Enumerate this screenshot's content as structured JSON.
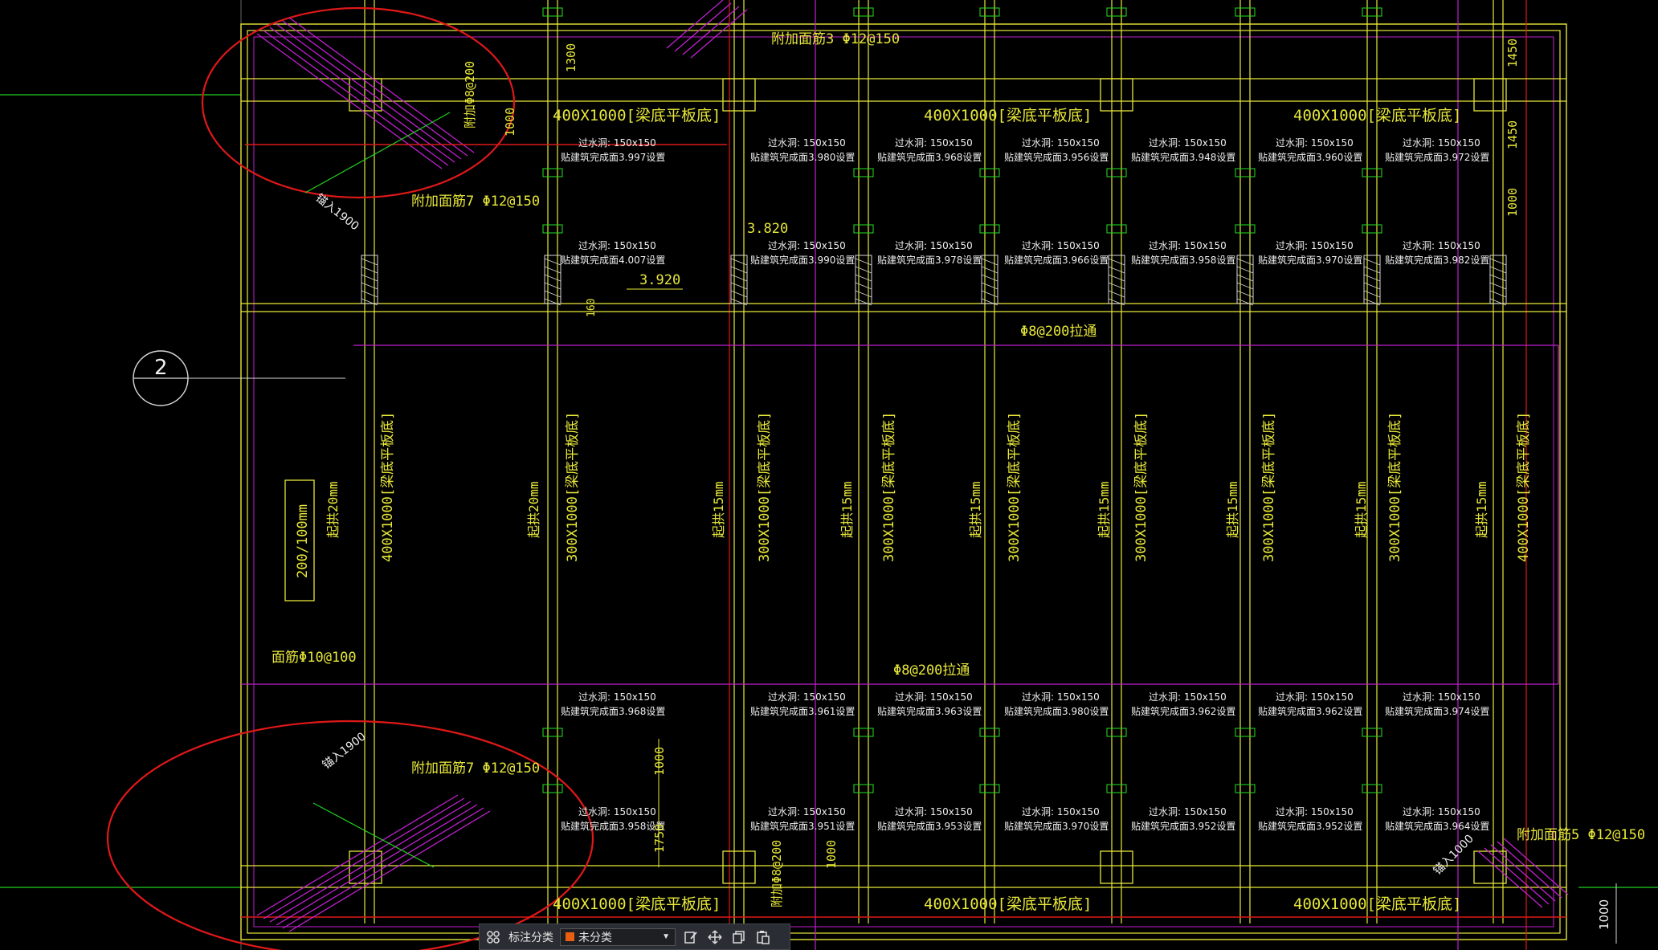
{
  "colors": {
    "beam": "#e8e83a",
    "wall": "#e8e83a",
    "magenta": "#c020d0",
    "red": "#e01818",
    "green": "#22d022",
    "cyan": "#20c8c8",
    "text": "#f0f0f0"
  },
  "labels": {
    "beam_top": [
      "400X1000[梁底平板底]",
      "400X1000[梁底平板底]",
      "400X1000[梁底平板底]"
    ],
    "beam_bottom": [
      "400X1000[梁底平板底]",
      "400X1000[梁底平板底]",
      "400X1000[梁底平板底]"
    ],
    "vbeams": [
      "400X1000[梁底平板底]",
      "300X1000[梁底平板底]",
      "300X1000[梁底平板底]",
      "300X1000[梁底平板底]",
      "300X1000[梁底平板底]",
      "300X1000[梁底平板底]",
      "300X1000[梁底平板底]",
      "300X1000[梁底平板底]",
      "400X1000[梁底平板底]"
    ],
    "slopes": [
      "起拱20mm",
      "起拱20mm",
      "起拱15mm",
      "起拱15mm",
      "起拱15mm",
      "起拱15mm",
      "起拱15mm",
      "起拱15mm",
      "起拱15mm"
    ],
    "drain_title": "过水洞: 150x150",
    "drain_row1": [
      "贴建筑完成面3.997设置",
      "贴建筑完成面3.980设置",
      "贴建筑完成面3.968设置",
      "贴建筑完成面3.956设置",
      "贴建筑完成面3.948设置",
      "贴建筑完成面3.960设置",
      "贴建筑完成面3.972设置"
    ],
    "drain_row2": [
      "贴建筑完成面4.007设置",
      "贴建筑完成面3.990设置",
      "贴建筑完成面3.978设置",
      "贴建筑完成面3.966设置",
      "贴建筑完成面3.958设置",
      "贴建筑完成面3.970设置",
      "贴建筑完成面3.982设置"
    ],
    "drain_row3": [
      "贴建筑完成面3.968设置",
      "贴建筑完成面3.961设置",
      "贴建筑完成面3.963设置",
      "贴建筑完成面3.980设置",
      "贴建筑完成面3.962设置",
      "贴建筑完成面3.962设置",
      "贴建筑完成面3.974设置"
    ],
    "drain_row4": [
      "贴建筑完成面3.958设置",
      "贴建筑完成面3.951设置",
      "贴建筑完成面3.953设置",
      "贴建筑完成面3.970设置",
      "贴建筑完成面3.952设置",
      "贴建筑完成面3.952设置",
      "贴建筑完成面3.964设置"
    ],
    "rebar_top": "附加面筋3 Φ12@150",
    "rebar_topleft": "附加面筋7 Φ12@150",
    "rebar_bottomleft": "附加面筋7 Φ12@150",
    "rebar_right": "附加面筋5 Φ12@150",
    "rebar_vtop": "附加Φ8@200",
    "rebar_vbottom": "附加Φ8@200",
    "anchor_top": "锚入1900",
    "anchor_bottom": "锚入1900",
    "anchor_right": "锚入1000",
    "through_top": "Φ8@200拉通",
    "through_bottom": "Φ8@200拉通",
    "face_rebar": "面筋Φ10@100",
    "box_text": "200/100mm",
    "elev_a": "3.820",
    "elev_b": "3.920",
    "axis_id": "2",
    "dims_left": [
      "1300",
      "1000",
      "160"
    ],
    "dims_right": [
      "1450",
      "1450",
      "1000"
    ],
    "dims_bottom": [
      "1000",
      "1750",
      "1000",
      "1000"
    ]
  },
  "toolbar": {
    "label": "标注分类",
    "value": "未分类"
  }
}
